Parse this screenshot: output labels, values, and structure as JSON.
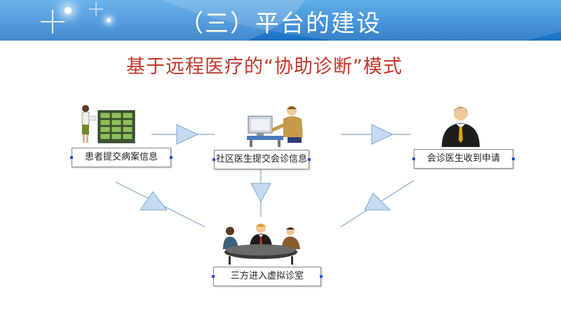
{
  "header": {
    "title": "（三）平台的建设"
  },
  "subtitle": "基于远程医疗的“协助诊断”模式",
  "nodes": {
    "patient": "患者提交病案信息",
    "community": "社区医生提交会诊信息",
    "consultant": "会诊医生收到申请",
    "virtual_room": "三方进入虚拟诊室"
  },
  "colors": {
    "banner": "#2f86d6",
    "subtitle": "#c0392b",
    "arrow": "#b8d2ec",
    "line": "#9ab8d8"
  }
}
